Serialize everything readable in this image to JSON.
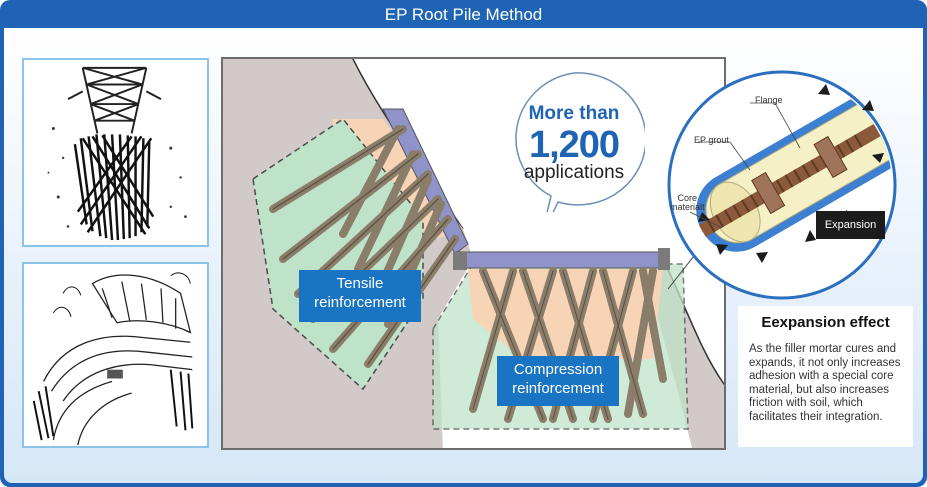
{
  "header": {
    "title": "EP Root Pile Method"
  },
  "bubble": {
    "line1": "More than",
    "number": "1,200",
    "line3": "applications"
  },
  "labels": {
    "tensile_line1": "Tensile",
    "tensile_line2": "reinforcement",
    "compression_line1": "Compression",
    "compression_line2": "reinforcement"
  },
  "detail": {
    "flange": "Flange",
    "ep_grout": "EP grout",
    "core_line1": "Core",
    "core_line2": "materialt",
    "expansion": "Expansion"
  },
  "effect": {
    "title": "Eexpansion effect",
    "body": "As the filler mortar cures and expands, it not only increases adhesion with a special core material, but also increases friction with soil, which facilitates their integration."
  },
  "colors": {
    "header_blue": "#1f64b4",
    "label_blue": "#1a74c4",
    "soil_orange": "#f8d4b6",
    "zone_green": "#bfe3c9",
    "rock_gray": "#d2cac8",
    "plate_purple": "#8f93c9",
    "pile_brown": "#8a7d6a"
  },
  "icons": [
    "transmission-tower-illustration",
    "road-slope-illustration",
    "expansion-arrow-icon"
  ]
}
